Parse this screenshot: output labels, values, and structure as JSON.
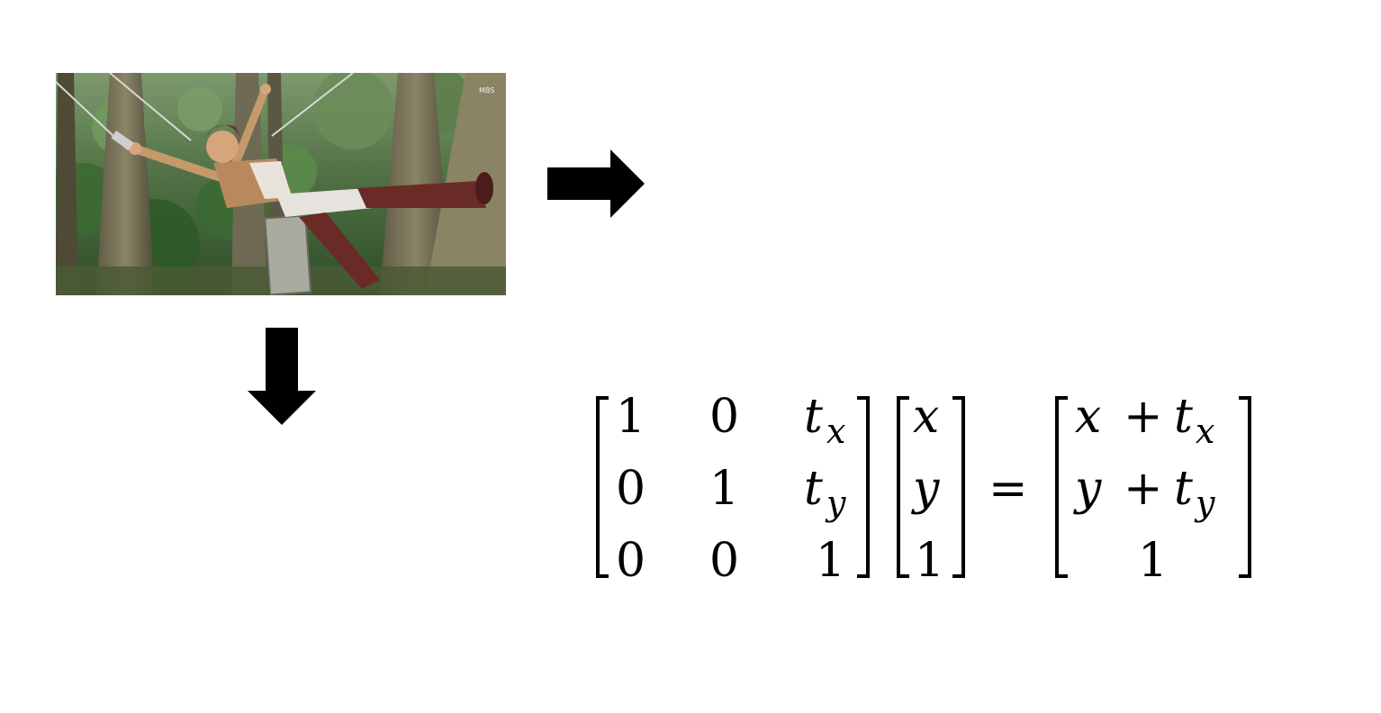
{
  "image": {
    "watermark": "MBS"
  },
  "equation": {
    "matrix": [
      [
        "1",
        "0",
        "t",
        "x"
      ],
      [
        "0",
        "1",
        "t",
        "y"
      ],
      [
        "0",
        "0",
        "1",
        ""
      ]
    ],
    "vector": [
      "x",
      "y",
      "1"
    ],
    "equals": "=",
    "result": {
      "row1": {
        "var": "x",
        "op": "+",
        "t": "t",
        "sub": "x"
      },
      "row2": {
        "var": "y",
        "op": "+",
        "t": "t",
        "sub": "y"
      },
      "row3": "1"
    }
  }
}
